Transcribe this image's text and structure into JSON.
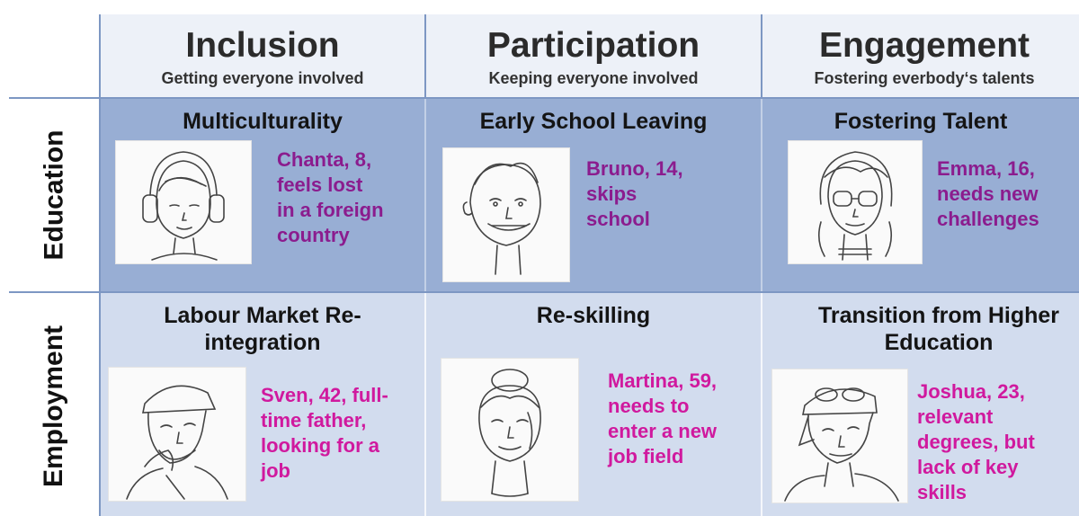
{
  "columns": [
    {
      "title": "Inclusion",
      "subtitle": "Getting everyone involved"
    },
    {
      "title": "Participation",
      "subtitle": "Keeping everyone involved"
    },
    {
      "title": "Engagement",
      "subtitle": "Fostering everbody‘s talents"
    }
  ],
  "rows": [
    {
      "label": "Education"
    },
    {
      "label": "Employment"
    }
  ],
  "cells": {
    "edu_inclusion": {
      "title": "Multiculturality",
      "lines": [
        "Chanta, 8,",
        "feels lost",
        "in a foreign",
        "country"
      ],
      "portrait": "girl-with-headphones-sketch"
    },
    "edu_participation": {
      "title": "Early School Leaving",
      "lines": [
        "Bruno, 14,",
        "skips",
        "school"
      ],
      "portrait": "grinning-boy-sketch"
    },
    "edu_engagement": {
      "title": "Fostering Talent",
      "lines": [
        "Emma, 16,",
        "needs new",
        "challenges"
      ],
      "portrait": "girl-with-glasses-sketch"
    },
    "emp_inclusion": {
      "title_lines": [
        "Labour Market Re-",
        "integration"
      ],
      "lines": [
        "Sven, 42, full-",
        "time father,",
        "looking for a",
        "job"
      ],
      "portrait": "bearded-man-with-cap-sketch"
    },
    "emp_participation": {
      "title": "Re-skilling",
      "lines": [
        "Martina, 59,",
        "needs to",
        "enter a new",
        "job field"
      ],
      "portrait": "woman-with-bun-sketch"
    },
    "emp_engagement": {
      "title_lines": [
        "Transition from Higher",
        "Education"
      ],
      "lines": [
        "Joshua, 23,",
        "relevant",
        "degrees, but",
        "lack of key",
        "skills"
      ],
      "portrait": "young-man-with-goggles-sketch"
    }
  },
  "colors": {
    "header_bg": "#edf1f8",
    "education_bg": "#98aed4",
    "employment_bg": "#d2dcee",
    "grid_line": "#7d97c3",
    "education_text": "#8b1c8e",
    "employment_text": "#d0199e"
  }
}
